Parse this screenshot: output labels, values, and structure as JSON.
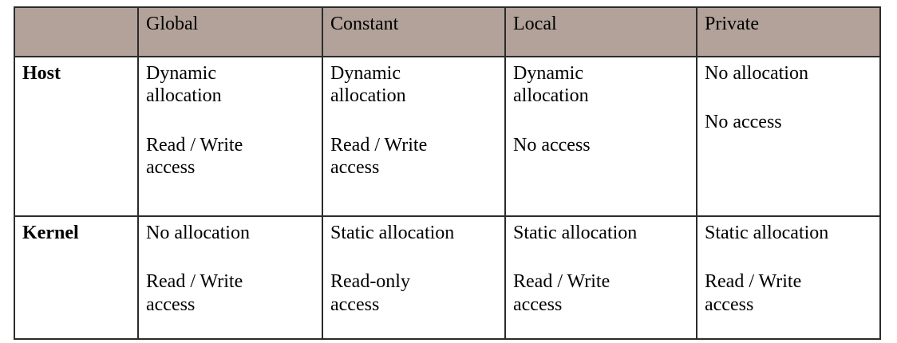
{
  "table": {
    "corner_label": "",
    "columns": [
      {
        "key": "global",
        "label": "Global"
      },
      {
        "key": "constant",
        "label": "Constant"
      },
      {
        "key": "local",
        "label": "Local"
      },
      {
        "key": "private",
        "label": "Private"
      }
    ],
    "rows": [
      {
        "key": "host",
        "label": "Host",
        "cells": [
          {
            "allocation": "Dynamic\nallocation",
            "access": "Read / Write\naccess"
          },
          {
            "allocation": "Dynamic\nallocation",
            "access": "Read / Write\naccess"
          },
          {
            "allocation": "Dynamic\nallocation",
            "access": "No access"
          },
          {
            "allocation": "No allocation",
            "access": "No access"
          }
        ]
      },
      {
        "key": "kernel",
        "label": "Kernel",
        "cells": [
          {
            "allocation": "No allocation",
            "access": "Read / Write\naccess"
          },
          {
            "allocation": "Static allocation",
            "access": "Read-only\naccess"
          },
          {
            "allocation": "Static allocation",
            "access": "Read / Write\naccess"
          },
          {
            "allocation": "Static allocation",
            "access": "Read / Write\naccess"
          }
        ]
      }
    ],
    "colors": {
      "header_background": "#b2a29a",
      "border": "#2b2b2b",
      "body_background": "#ffffff",
      "text": "#000000"
    }
  }
}
